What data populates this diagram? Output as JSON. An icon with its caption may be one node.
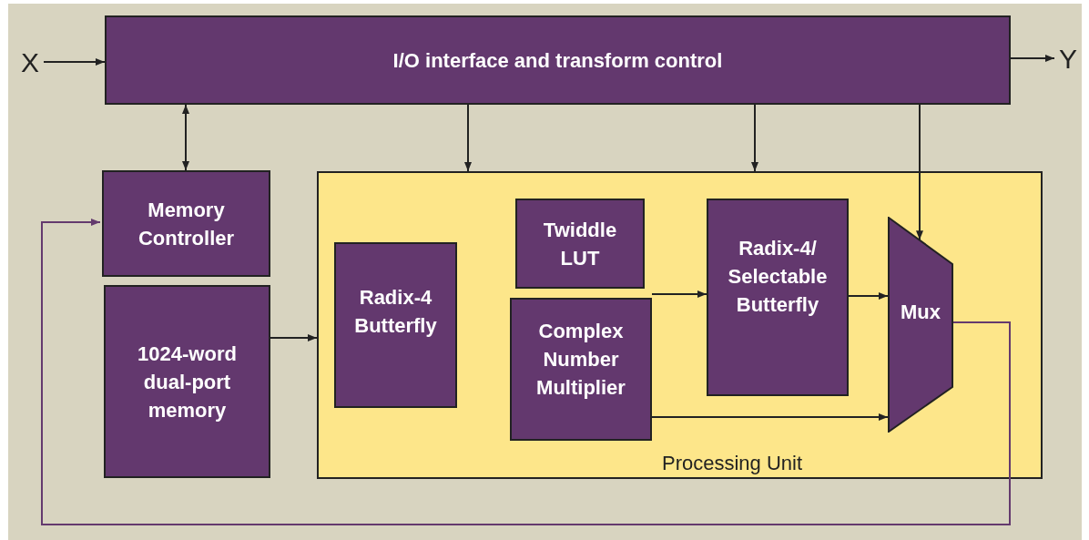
{
  "diagram": {
    "nodes": [
      {
        "text": [
          "X"
        ]
      },
      {
        "text": [
          "I/O interface and transform control"
        ]
      },
      {
        "text": [
          "Y"
        ]
      },
      {
        "text": [
          "Memory Controller"
        ]
      },
      {
        "text": [
          "1024-word dual-port memory"
        ]
      },
      {
        "text": [
          "Processing Unit"
        ]
      },
      {
        "text": [
          "Radix-4 Butterfly"
        ],
        "in": 5
      },
      {
        "text": [
          "Twiddle LUT"
        ],
        "in": 5
      },
      {
        "text": [
          "Complex Number Multiplier"
        ],
        "in": 5
      },
      {
        "text": [
          "Radix-4/ Selectable Butterfly"
        ],
        "in": 5
      },
      {
        "text": [
          "Mux"
        ],
        "in": 5
      }
    ],
    "edges": [
      {
        "from": 0,
        "to": 1,
        "arrow": "to"
      },
      {
        "from": 1,
        "to": 2,
        "arrow": "to"
      },
      {
        "from": 1,
        "to": 3,
        "arrow": "both"
      },
      {
        "from": 1,
        "to": 5,
        "arrow": "to"
      },
      {
        "from": 1,
        "to": 5,
        "arrow": "to"
      },
      {
        "from": 1,
        "to": 10,
        "arrow": "to"
      },
      {
        "from": 4,
        "to": 5,
        "arrow": "to"
      },
      {
        "from": 8,
        "to": 9,
        "arrow": "to"
      },
      {
        "from": 9,
        "to": 10,
        "arrow": "to"
      },
      {
        "from": 8,
        "to": 10,
        "arrow": "to"
      },
      {
        "from": 10,
        "to": 3,
        "arrow": "to",
        "color": "#643a6e"
      }
    ]
  }
}
